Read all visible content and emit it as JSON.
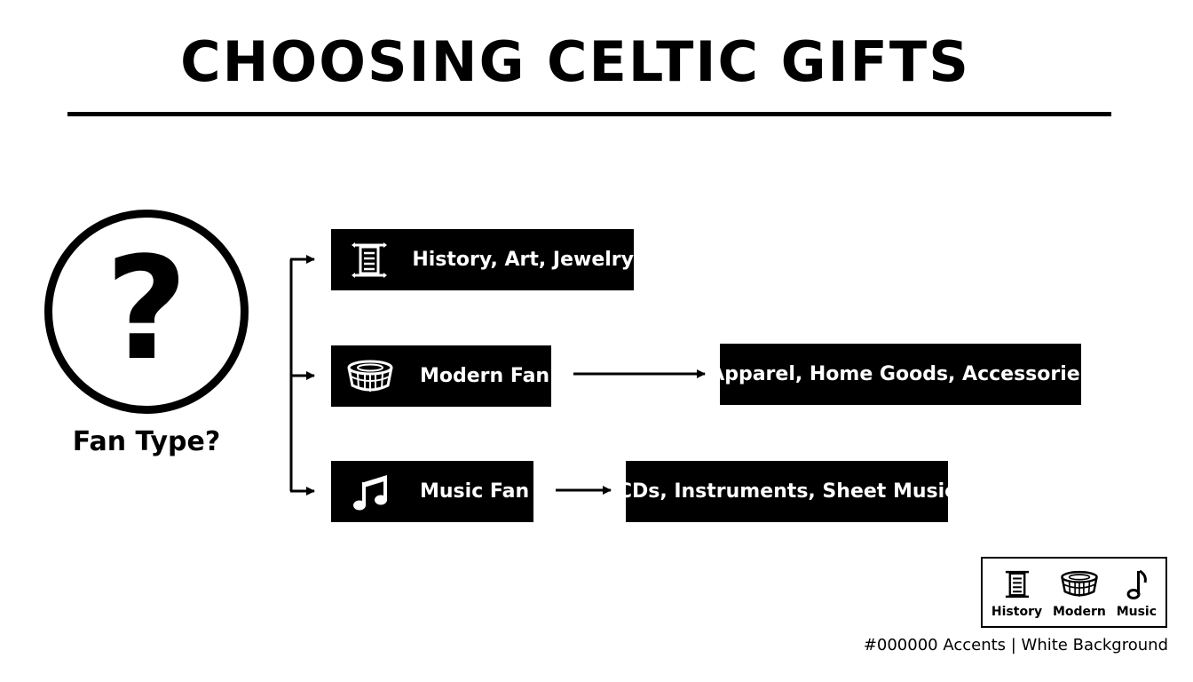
{
  "title": "CHOOSING CELTIC GIFTS",
  "decision": {
    "symbol": "?",
    "label": "Fan Type?"
  },
  "branches": [
    {
      "label": "History, Art, Jewelry",
      "icon": "scroll-icon"
    },
    {
      "label": "Modern Fan",
      "icon": "stadium-icon",
      "result": "Apparel, Home Goods, Accessories"
    },
    {
      "label": "Music Fan",
      "icon": "music-notes-icon",
      "result": "CDs, Instruments, Sheet Music"
    }
  ],
  "legend": {
    "items": [
      {
        "label": "History",
        "icon": "scroll-icon"
      },
      {
        "label": "Modern",
        "icon": "stadium-icon"
      },
      {
        "label": "Music",
        "icon": "music-note-icon"
      }
    ]
  },
  "footnote": "#000000 Accents | White Background",
  "colors": {
    "accent": "#000000",
    "background": "#ffffff"
  }
}
